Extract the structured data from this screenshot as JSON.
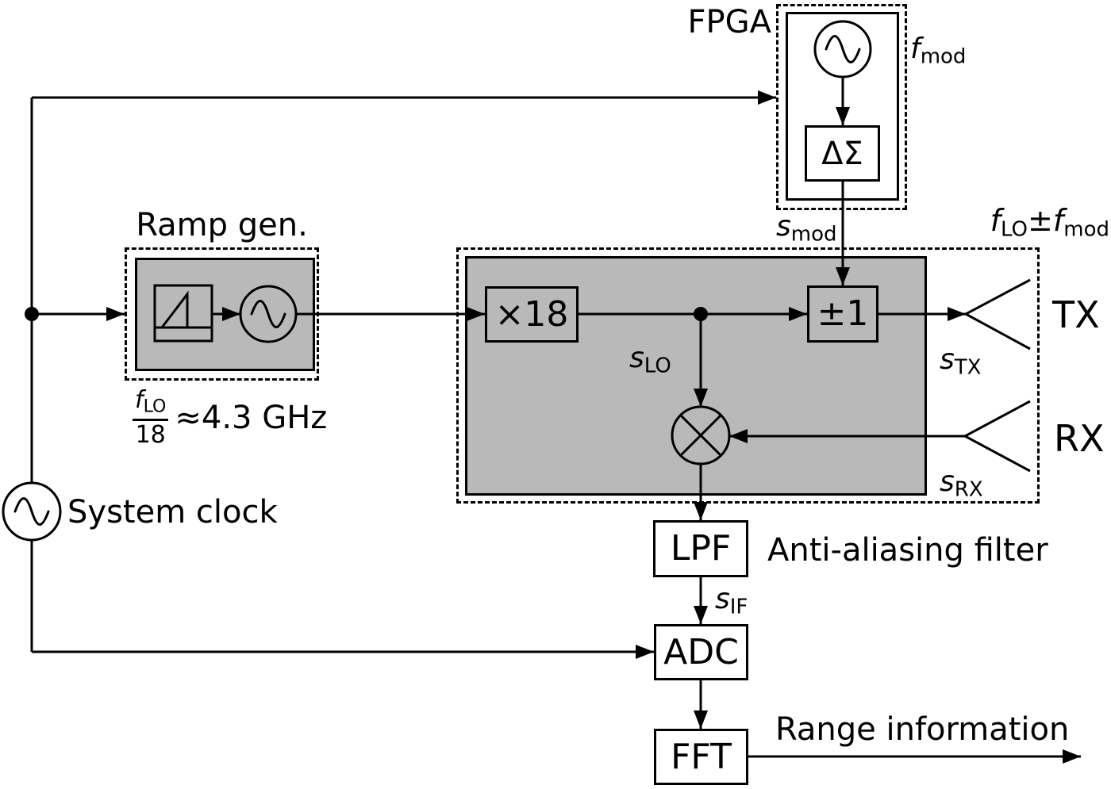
{
  "diagram": {
    "fpga_label": "FPGA",
    "ramp_gen_label": "Ramp gen.",
    "system_clock_label": "System clock",
    "anti_aliasing_label": "Anti-aliasing filter",
    "range_info_label": "Range information",
    "tx_label": "TX",
    "rx_label": "RX"
  },
  "blocks": {
    "multiplier_label": "×18",
    "bpsk_label": "±1",
    "delta_sigma_label": "ΔΣ",
    "lpf_label": "LPF",
    "adc_label": "ADC",
    "fft_label": "FFT"
  },
  "signals": {
    "f_mod": {
      "base": "f",
      "sub": "mod"
    },
    "s_mod": {
      "base": "s",
      "sub": "mod"
    },
    "s_lo": {
      "base": "s",
      "sub": "LO"
    },
    "s_tx": {
      "base": "s",
      "sub": "TX"
    },
    "s_rx": {
      "base": "s",
      "sub": "RX"
    },
    "s_if": {
      "base": "s",
      "sub": "IF"
    },
    "f_lo_pm_f_mod": {
      "base1": "f",
      "sub1": "LO",
      "op": "±",
      "base2": "f",
      "sub2": "mod"
    }
  },
  "formula": {
    "num_base": "f",
    "num_sub": "LO",
    "den": "18",
    "rest": "≈4.3 GHz"
  },
  "colors": {
    "chip_fill": "#b9b9b9",
    "line": "#000000",
    "background": "#ffffff"
  }
}
